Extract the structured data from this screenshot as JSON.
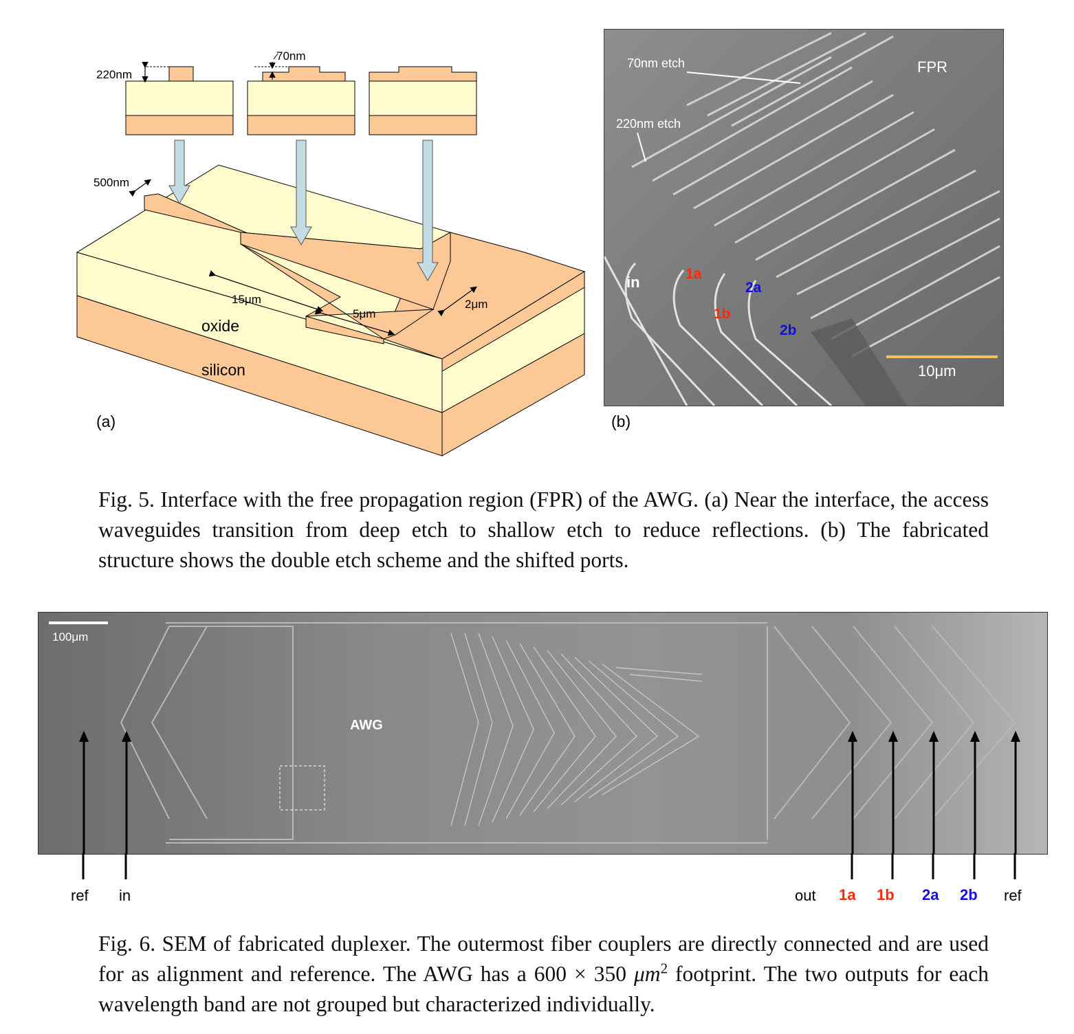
{
  "fig5": {
    "panel_a": {
      "label": "(a)",
      "dims": {
        "d220": "220nm",
        "d70": "70nm",
        "d500": "500nm",
        "d15": "15μm",
        "d5": "5μm",
        "d2": "2μm"
      },
      "layers": {
        "oxide": "oxide",
        "silicon": "silicon"
      },
      "colors": {
        "oxide": "#fefccd",
        "silicon": "#fcc896",
        "arrow": "#c4dde4"
      }
    },
    "panel_b": {
      "label": "(b)",
      "annotations": {
        "etch70": "70nm etch",
        "etch220": "220nm etch",
        "fpr": "FPR",
        "in": "in",
        "p1a": "1a",
        "p1b": "1b",
        "p2a": "2a",
        "p2b": "2b",
        "scale": "10μm"
      }
    },
    "caption": "Fig. 5. Interface with the free propagation region (FPR) of the AWG. (a) Near the interface, the access waveguides transition from deep etch to shallow etch to reduce reflections. (b) The fabricated structure shows the double etch scheme and the shifted ports."
  },
  "fig6": {
    "scale": "100μm",
    "awg_label": "AWG",
    "ports": {
      "ref_left": "ref",
      "in": "in",
      "out": "out",
      "p1a": "1a",
      "p1b": "1b",
      "p2a": "2a",
      "p2b": "2b",
      "ref_right": "ref"
    },
    "colors": {
      "red": "#ff2a00",
      "blue": "#1010e0"
    },
    "caption_pre": "Fig. 6. SEM of fabricated duplexer. The outermost fiber couplers are directly connected and are used for as alignment and reference. The AWG has a 600 × 350 ",
    "caption_unit": "μm",
    "caption_exp": "2",
    "caption_post": " footprint. The two outputs for each wavelength band are not grouped but characterized individually."
  }
}
